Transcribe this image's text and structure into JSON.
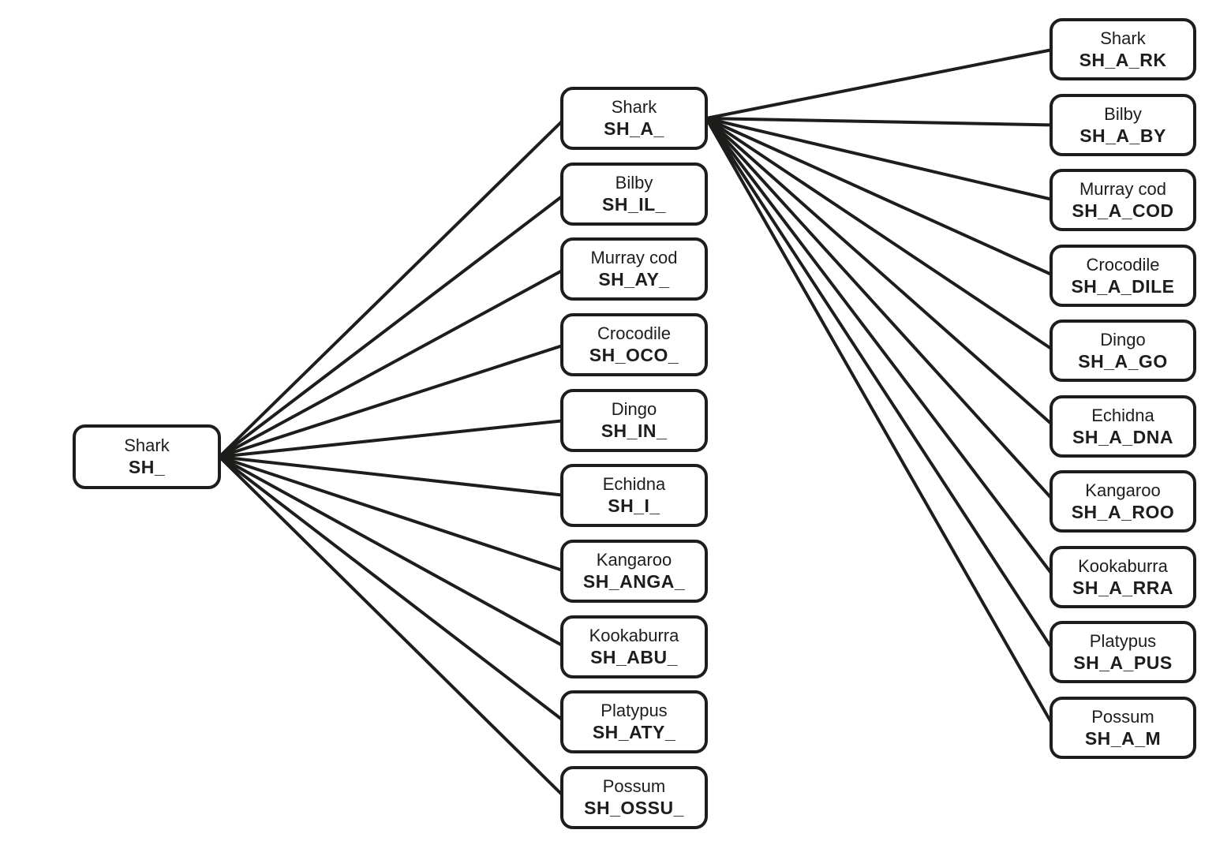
{
  "colors": {
    "background": "#ffffff",
    "line": "#1d1d1b",
    "box_border": "#1d1d1b",
    "box_fill": "#ffffff",
    "text": "#1d1d1b"
  },
  "diagram": {
    "type": "tree",
    "root": {
      "name": "Shark",
      "pattern": "SH_"
    },
    "level2": [
      {
        "name": "Shark",
        "pattern": "SH_A_"
      },
      {
        "name": "Bilby",
        "pattern": "SH_IL_"
      },
      {
        "name": "Murray cod",
        "pattern": "SH_AY_"
      },
      {
        "name": "Crocodile",
        "pattern": "SH_OCO_"
      },
      {
        "name": "Dingo",
        "pattern": "SH_IN_"
      },
      {
        "name": "Echidna",
        "pattern": "SH_I_"
      },
      {
        "name": "Kangaroo",
        "pattern": "SH_ANGA_"
      },
      {
        "name": "Kookaburra",
        "pattern": "SH_ABU_"
      },
      {
        "name": "Platypus",
        "pattern": "SH_ATY_"
      },
      {
        "name": "Possum",
        "pattern": "SH_OSSU_"
      }
    ],
    "level3": [
      {
        "name": "Shark",
        "pattern": "SH_A_RK"
      },
      {
        "name": "Bilby",
        "pattern": "SH_A_BY"
      },
      {
        "name": "Murray cod",
        "pattern": "SH_A_COD"
      },
      {
        "name": "Crocodile",
        "pattern": "SH_A_DILE"
      },
      {
        "name": "Dingo",
        "pattern": "SH_A_GO"
      },
      {
        "name": "Echidna",
        "pattern": "SH_A_DNA"
      },
      {
        "name": "Kangaroo",
        "pattern": "SH_A_ROO"
      },
      {
        "name": "Kookaburra",
        "pattern": "SH_A_RRA"
      },
      {
        "name": "Platypus",
        "pattern": "SH_A_PUS"
      },
      {
        "name": "Possum",
        "pattern": "SH_A_M"
      }
    ],
    "edges": [
      {
        "from": "root",
        "to": "level2",
        "targets": "all"
      },
      {
        "from": "level2.0",
        "to": "level3",
        "targets": "all"
      }
    ]
  }
}
